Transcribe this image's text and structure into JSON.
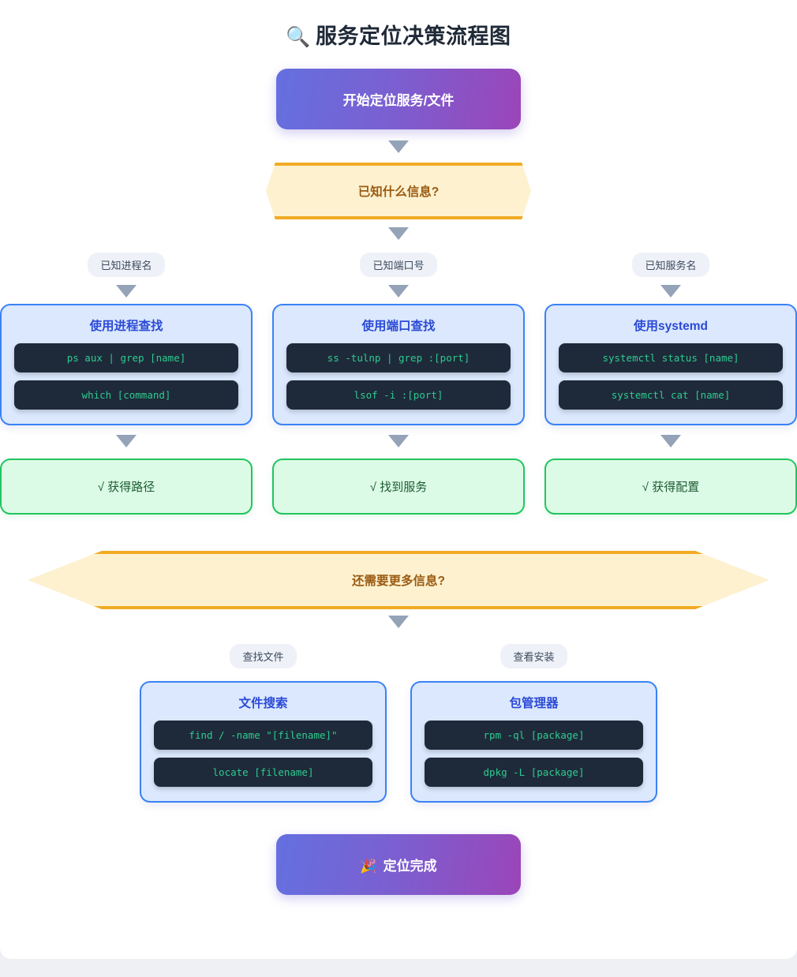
{
  "page": {
    "title_emoji": "🔍",
    "title": "服务定位决策流程图",
    "bg_color": "#eef0f4",
    "card_color": "#ffffff"
  },
  "start_node": {
    "label": "开始定位服务/文件",
    "gradient_from": "#6470e0",
    "gradient_to": "#9b45b8"
  },
  "decision1": {
    "label": "已知什么信息?",
    "fill": "#fdf1cf",
    "border": "#f0ab24",
    "text_color": "#9a5b12"
  },
  "branches": [
    {
      "chip": "已知进程名",
      "card_title": "使用进程查找",
      "commands": [
        "ps aux | grep [name]",
        "which [command]"
      ],
      "result": "√ 获得路径"
    },
    {
      "chip": "已知端口号",
      "card_title": "使用端口查找",
      "commands": [
        "ss -tulnp | grep :[port]",
        "lsof -i :[port]"
      ],
      "result": "√ 找到服务"
    },
    {
      "chip": "已知服务名",
      "card_title": "使用systemd",
      "commands": [
        "systemctl status [name]",
        "systemctl cat [name]"
      ],
      "result": "√ 获得配置"
    }
  ],
  "decision2": {
    "label": "还需要更多信息?",
    "fill": "#fdf1cf",
    "border": "#f0ab24",
    "text_color": "#9a5b12"
  },
  "branches2": [
    {
      "chip": "查找文件",
      "card_title": "文件搜索",
      "commands": [
        "find / -name \"[filename]\"",
        "locate [filename]"
      ]
    },
    {
      "chip": "查看安装",
      "card_title": "包管理器",
      "commands": [
        "rpm -ql [package]",
        "dpkg -L [package]"
      ]
    }
  ],
  "end_node": {
    "emoji": "🎉",
    "label": "定位完成",
    "gradient_from": "#6470e0",
    "gradient_to": "#9b45b8"
  },
  "colors": {
    "card_fill": "#dbe8fd",
    "card_border": "#3b82f6",
    "card_title": "#2b4ad6",
    "cmd_bg": "#1e2a3a",
    "cmd_text": "#2ecb8f",
    "result_fill": "#dcfbe6",
    "result_border": "#22c55e",
    "arrow": "#94a3b8",
    "chip_bg": "#eef1f7"
  }
}
